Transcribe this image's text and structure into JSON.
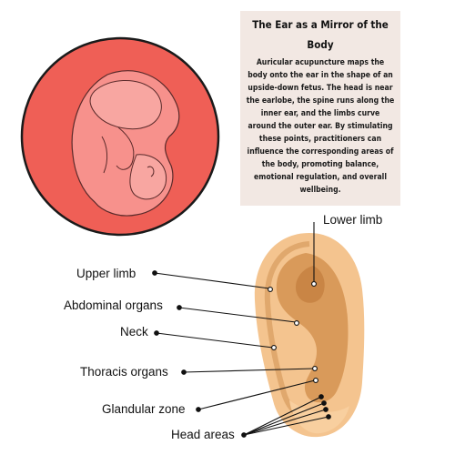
{
  "info": {
    "title": "The Ear as a Mirror of the Body",
    "body": "Auricular acupuncture maps the body onto the ear in the shape of an upside-down fetus. The head is near the earlobe, the spine runs along the inner ear, and the limbs curve around the outer ear. By stimulating these points, practitioners can influence the corresponding areas of the body, promoting balance, emotional regulation, and overall wellbeing."
  },
  "labels": {
    "lower_limb": "Lower limb",
    "upper_limb": "Upper limb",
    "abdominal_organs": "Abdominal organs",
    "neck": "Neck",
    "thoracis_organs": "Thoracis organs",
    "glandular_zone": "Glandular zone",
    "head_areas": "Head areas"
  },
  "colors": {
    "circle_fill": "#ef5f56",
    "circle_stroke": "#1a1a1a",
    "fetus_fill": "#f7918c",
    "ear_outer": "#f4c48f",
    "ear_inner": "#d99a5a",
    "leader_line": "#111111"
  }
}
